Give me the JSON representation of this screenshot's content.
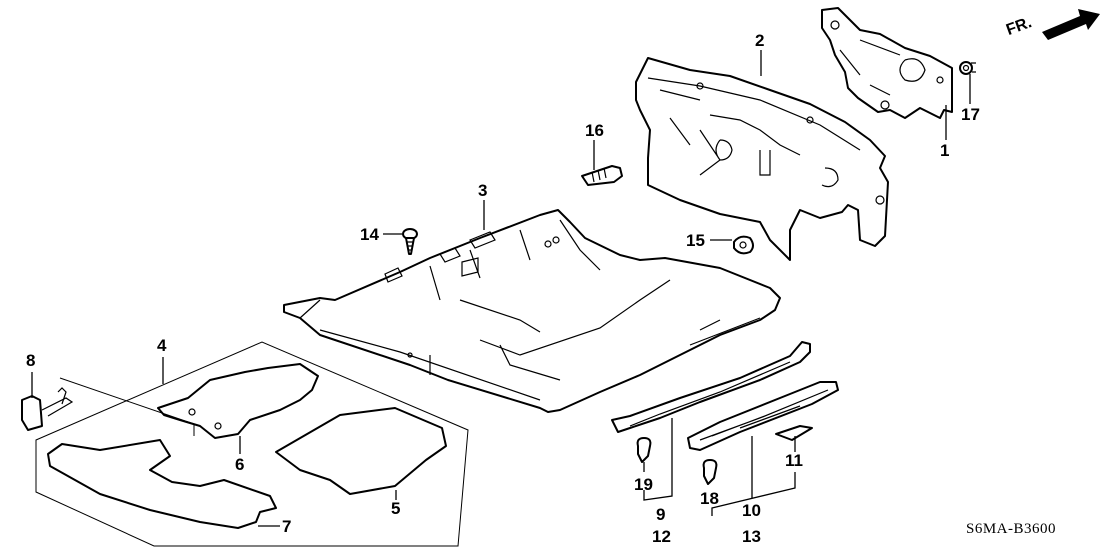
{
  "diagram": {
    "type": "exploded parts diagram",
    "subject": "Floor carpet / dashboard insulator / floor mats / side sill garnish",
    "direction_indicator": "FR.",
    "diagram_code": "S6MA-B3600"
  },
  "callouts": {
    "c1": "1",
    "c2": "2",
    "c3": "3",
    "c4": "4",
    "c5": "5",
    "c6": "6",
    "c7": "7",
    "c8": "8",
    "c9": "9",
    "c10": "10",
    "c11": "11",
    "c12": "12",
    "c13": "13",
    "c14": "14",
    "c15": "15",
    "c16": "16",
    "c17": "17",
    "c18": "18",
    "c19": "19"
  },
  "parts": [
    {
      "ref": "1",
      "depiction": "dashboard outer insulator panel"
    },
    {
      "ref": "2",
      "depiction": "dashboard inner insulator"
    },
    {
      "ref": "3",
      "depiction": "floor carpet"
    },
    {
      "ref": "4",
      "depiction": "floor mat set"
    },
    {
      "ref": "5",
      "depiction": "front floor mat (passenger)"
    },
    {
      "ref": "6",
      "depiction": "front floor mat (driver)"
    },
    {
      "ref": "7",
      "depiction": "rear floor mat"
    },
    {
      "ref": "8",
      "depiction": "floor mat hook/clip"
    },
    {
      "ref": "9",
      "depiction": "side sill garnish"
    },
    {
      "ref": "10",
      "depiction": "scuff plate"
    },
    {
      "ref": "11",
      "depiction": "scuff plate emblem"
    },
    {
      "ref": "12",
      "depiction": "side sill garnish assembly"
    },
    {
      "ref": "13",
      "depiction": "scuff plate assembly"
    },
    {
      "ref": "14",
      "depiction": "screw"
    },
    {
      "ref": "15",
      "depiction": "nut / clip"
    },
    {
      "ref": "16",
      "depiction": "clip"
    },
    {
      "ref": "17",
      "depiction": "clip"
    },
    {
      "ref": "18",
      "depiction": "clip"
    },
    {
      "ref": "19",
      "depiction": "clip"
    }
  ]
}
